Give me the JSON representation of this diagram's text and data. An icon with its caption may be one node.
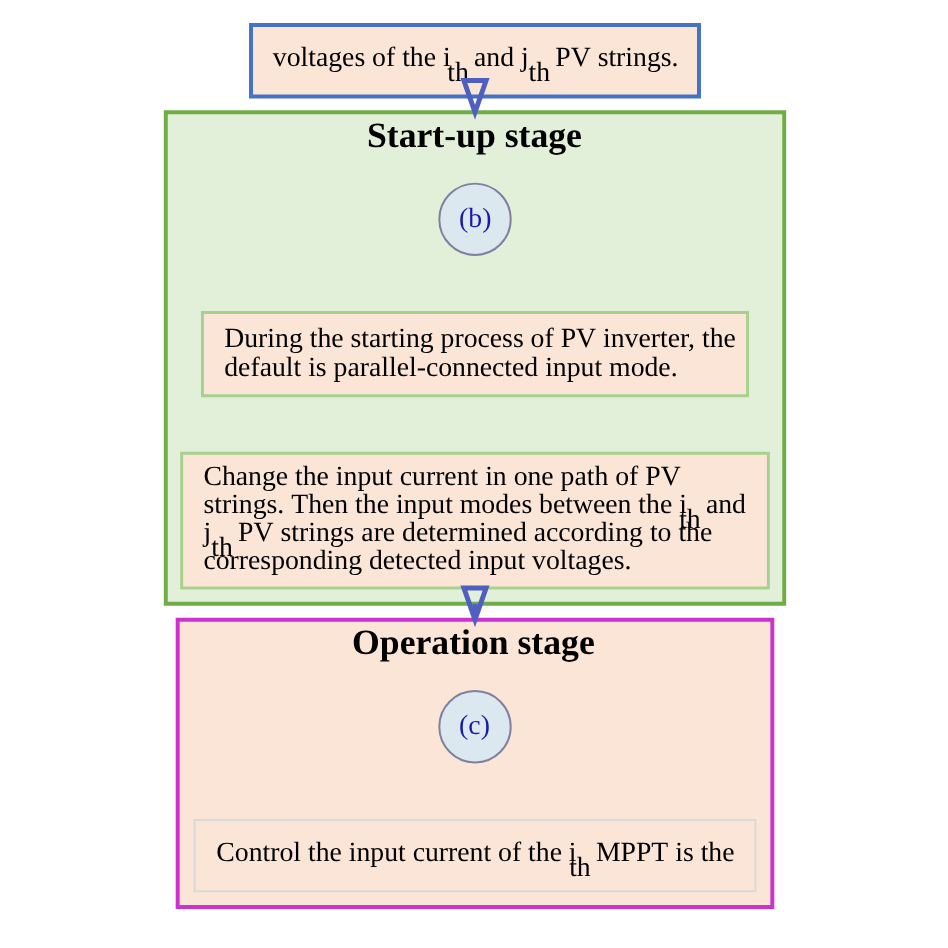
{
  "diagram": {
    "nodes": [
      {
        "text": [
          "voltages of the i$_{th}$ and j$_{th}$ PV strings."
        ]
      },
      {
        "text": [
          "Start-up stage"
        ]
      },
      {
        "text": [
          "(b)"
        ],
        "in": 1
      },
      {
        "text": [
          "During the starting process of PV inverter, the default is parallel-connected input mode."
        ],
        "in": 1
      },
      {
        "text": [
          "Change the input current in one path of PV strings. Then the input modes between the i$_{th}$ and j$_{th}$ PV strings are determined according to the corresponding detected input voltages."
        ],
        "in": 1
      },
      {
        "text": [
          "Operation stage"
        ]
      },
      {
        "text": [
          "(c)"
        ],
        "in": 5
      },
      {
        "text": [
          "Control the input current of the i$_{th}$ MPPT is the"
        ],
        "in": 5
      }
    ],
    "edges": [
      {
        "from": 0,
        "to": 1,
        "arrow": "to"
      },
      {
        "from": 1,
        "to": 5,
        "arrow": "to"
      }
    ]
  }
}
